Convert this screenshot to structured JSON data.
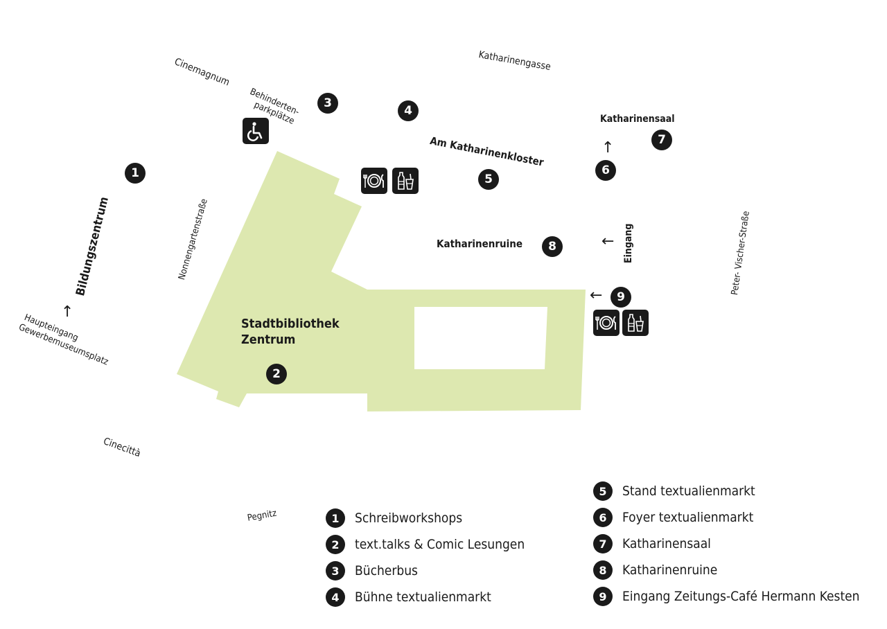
{
  "colors": {
    "building": "#dde8b0",
    "ink": "#1a1a1a"
  },
  "labels": {
    "cinemagnum": "Cinemagnum",
    "katharinengasse": "Katharinengasse",
    "behindertenparkplaetze_1": "Behinderten-",
    "behindertenparkplaetze_2": "parkplätze",
    "katharinensaal": "Katharinensaal",
    "am_katharinenkloster": "Am Katharinenkloster",
    "bildungszentrum": "Bildungszentrum",
    "nonnengartenstrasse": "Nonnengartenstraße",
    "katharinenruine": "Katharinenruine",
    "eingang": "Eingang",
    "peter_vischer_strasse": "Peter- Vischer-Straße",
    "haupteingang": "Haupteingang",
    "gewerbemuseumsplatz": "Gewerbemuseumsplatz",
    "stadtbibliothek_1": "Stadtbibliothek",
    "stadtbibliothek_2": "Zentrum",
    "cinecitta": "Cinecittà",
    "pegnitz": "Pegnitz"
  },
  "markers": [
    "1",
    "2",
    "3",
    "4",
    "5",
    "6",
    "7",
    "8",
    "9"
  ],
  "icons": [
    "wheelchair-icon",
    "restaurant-icon",
    "drinks-icon"
  ],
  "legend": [
    {
      "num": "1",
      "text": "Schreibworkshops"
    },
    {
      "num": "2",
      "text": "text.talks & Comic Lesungen"
    },
    {
      "num": "3",
      "text": "Bücherbus"
    },
    {
      "num": "4",
      "text": "Bühne textualienmarkt"
    },
    {
      "num": "5",
      "text": "Stand textualienmarkt"
    },
    {
      "num": "6",
      "text": "Foyer textualienmarkt"
    },
    {
      "num": "7",
      "text": "Katharinensaal"
    },
    {
      "num": "8",
      "text": "Katharinenruine"
    },
    {
      "num": "9",
      "text": "Eingang Zeitungs-Café Hermann Kesten"
    }
  ]
}
